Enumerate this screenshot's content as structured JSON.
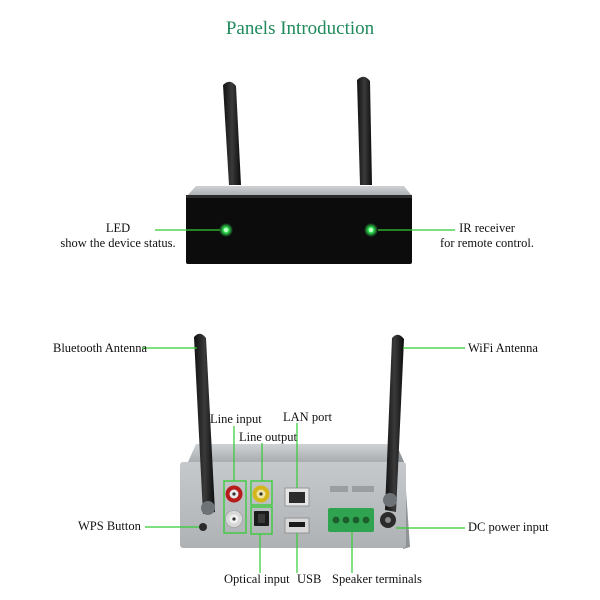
{
  "title": "Panels Introduction",
  "front_panel": {
    "led_label": "LED",
    "led_desc": "show the device status.",
    "ir_label": "IR receiver",
    "ir_desc": "for remote control."
  },
  "rear_panel": {
    "bluetooth_antenna": "Bluetooth Antenna",
    "wifi_antenna": "WiFi Antenna",
    "line_input": "Line input",
    "line_output": "Line output",
    "lan_port": "LAN port",
    "wps_button": "WPS Button",
    "dc_power_input": "DC power input",
    "optical_input": "Optical input",
    "usb": "USB",
    "speaker_terminals": "Speaker terminals"
  },
  "colors": {
    "title": "#1f8a5b",
    "callout_line": "#33cc33",
    "led": "#33ee55"
  }
}
